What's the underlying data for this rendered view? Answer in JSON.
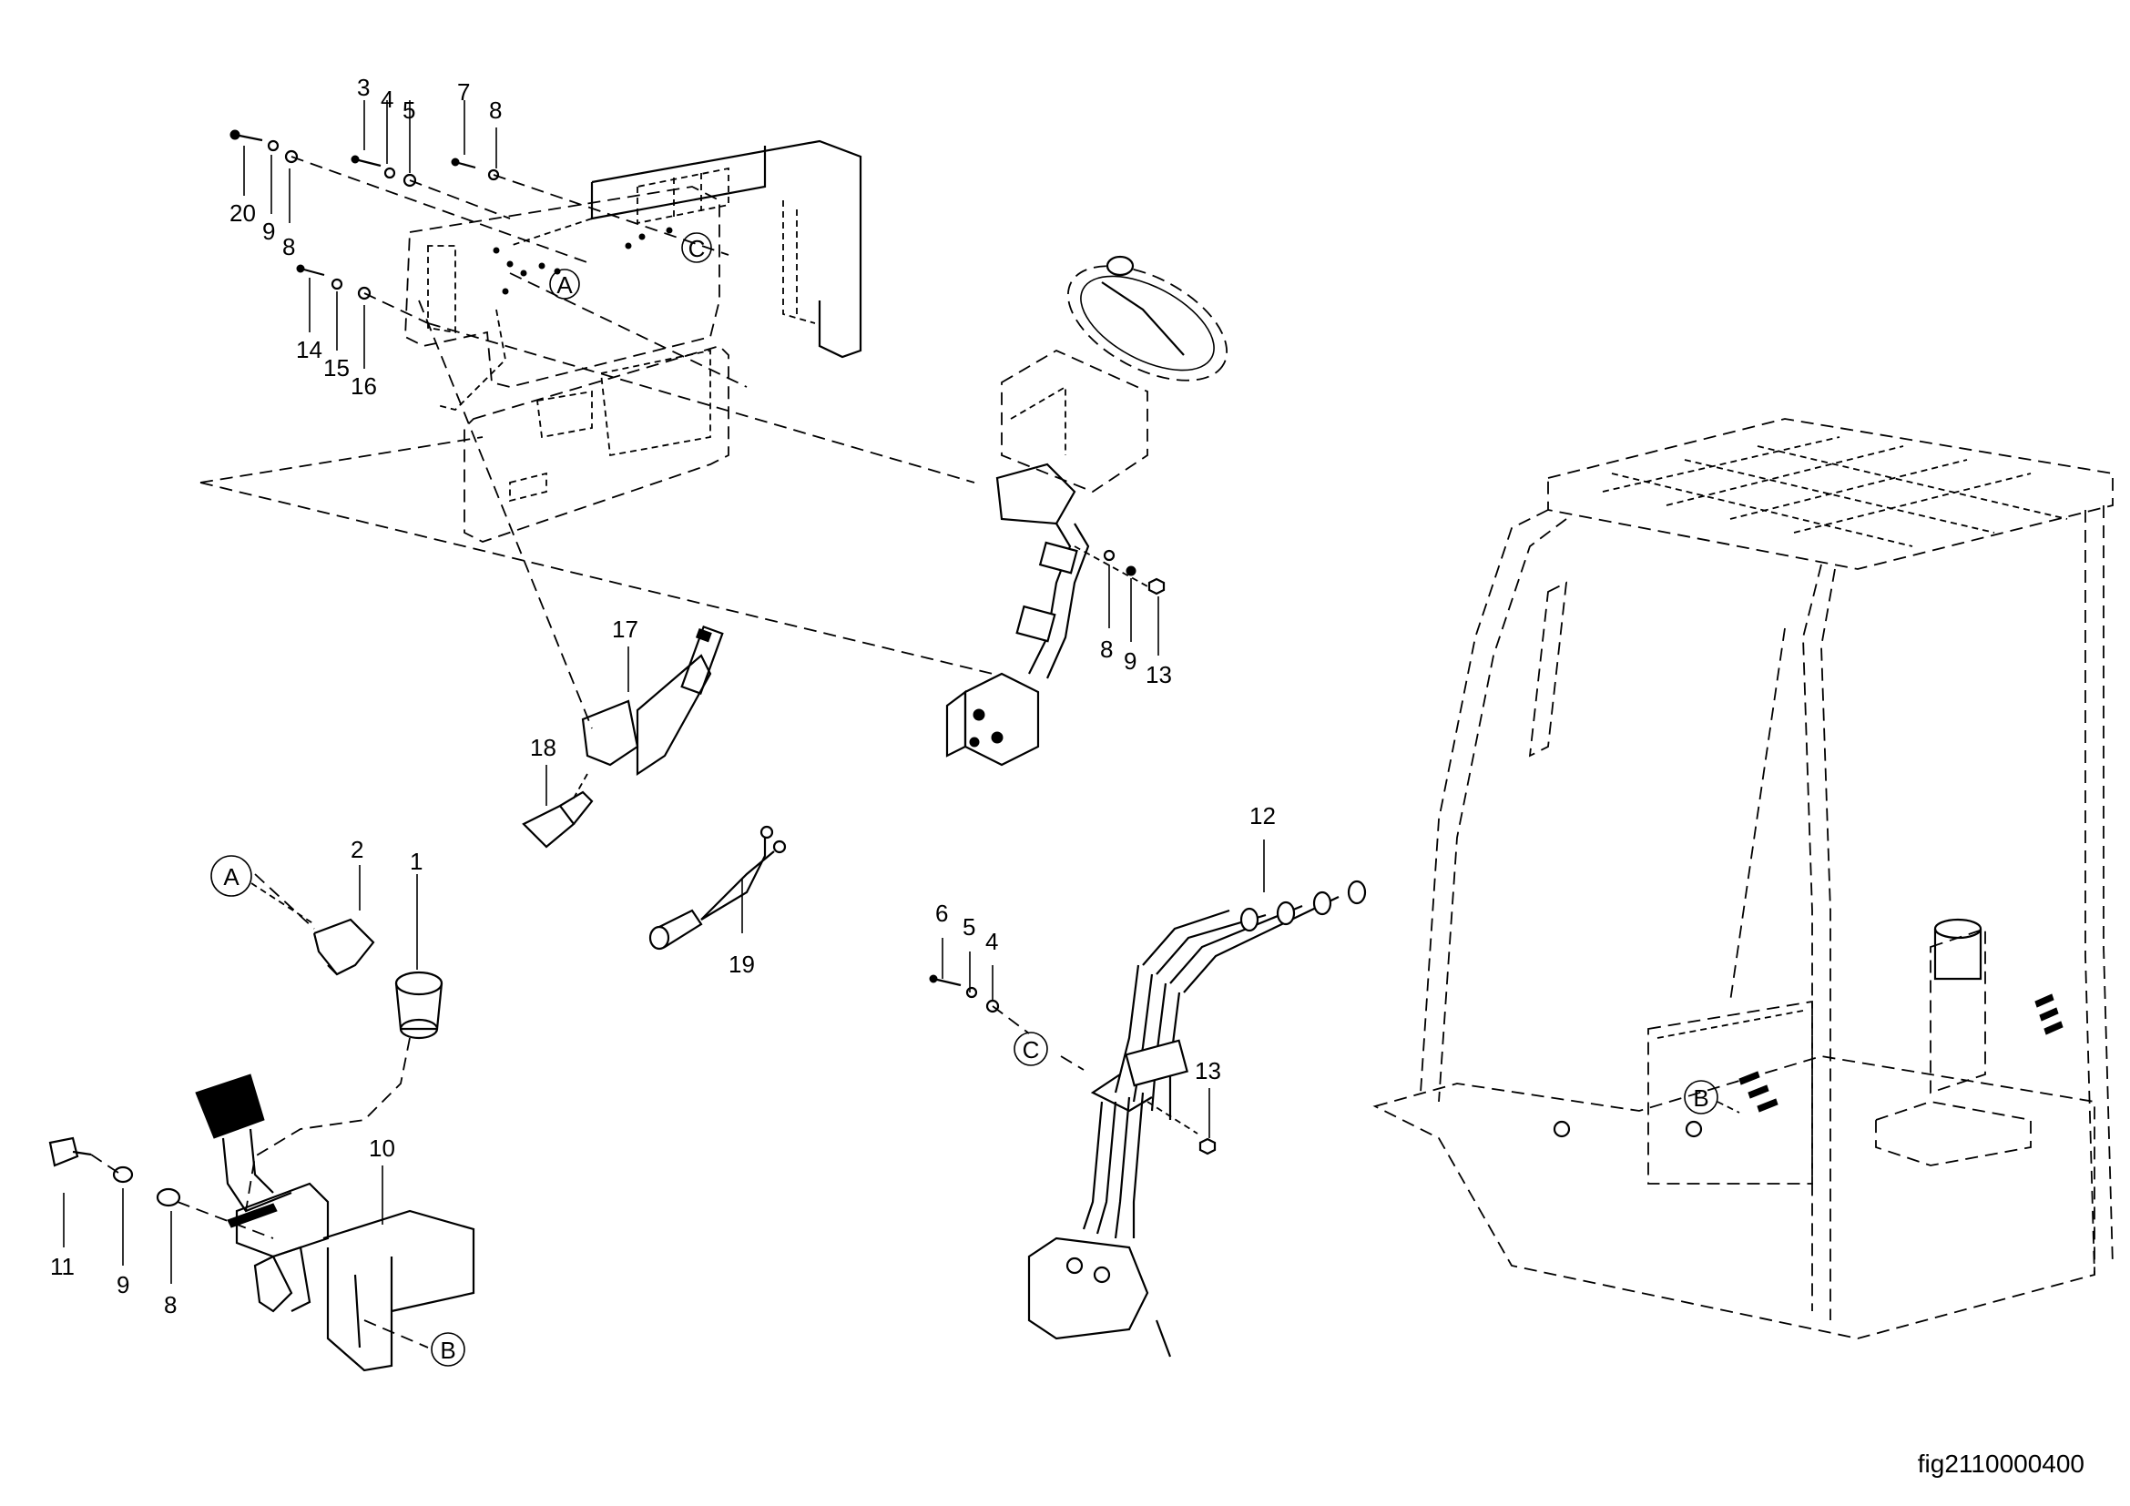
{
  "figure": {
    "id": "fig2110000400"
  },
  "reference_markers": {
    "A": "A",
    "B": "B",
    "C": "C"
  },
  "callouts": {
    "dashboard": [
      "3",
      "4",
      "5",
      "7",
      "8",
      "20",
      "9",
      "8",
      "14",
      "15",
      "16"
    ],
    "steering": [
      "8",
      "9",
      "13"
    ],
    "switch": [
      "17",
      "18"
    ],
    "harness": [
      "19"
    ],
    "pedal": [
      "2",
      "1",
      "11",
      "9",
      "8",
      "10"
    ],
    "levers": [
      "12",
      "6",
      "5",
      "4",
      "13"
    ]
  }
}
